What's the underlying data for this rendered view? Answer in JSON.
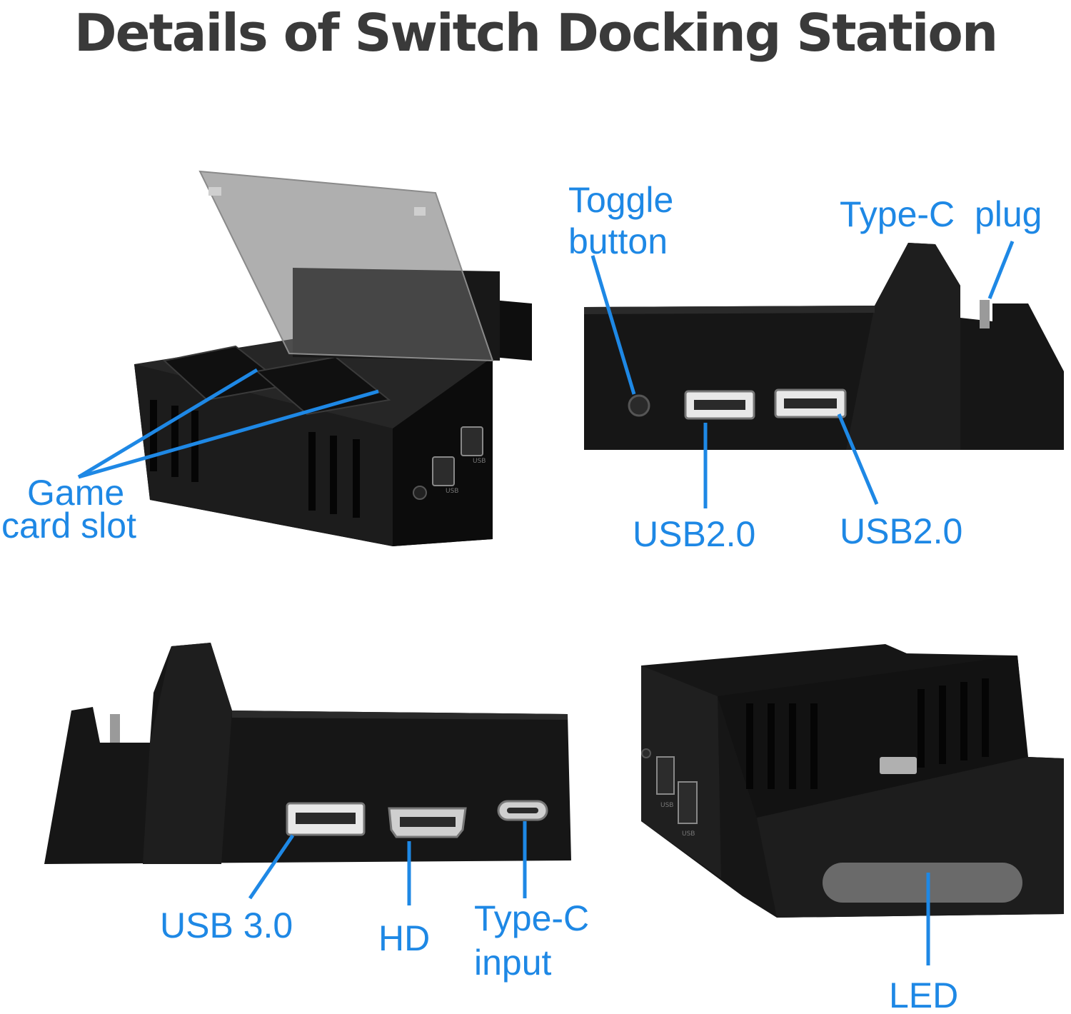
{
  "title": "Details of Switch Docking Station",
  "accent_color": "#1e88e5",
  "labels": {
    "game_card_slot": [
      "Game",
      "card slot"
    ],
    "toggle_button": [
      "Toggle",
      "button"
    ],
    "type_c_plug": "Type-C  plug",
    "usb2_left": "USB2.0",
    "usb2_right": "USB2.0",
    "usb3": "USB 3.0",
    "hd": "HD",
    "type_c_input": [
      "Type-C",
      "input"
    ],
    "led": "LED"
  },
  "port_marks": {
    "usb": "USB"
  },
  "icons": [
    "dock-top-view",
    "dock-side-view",
    "dock-back-view",
    "dock-front-view"
  ]
}
